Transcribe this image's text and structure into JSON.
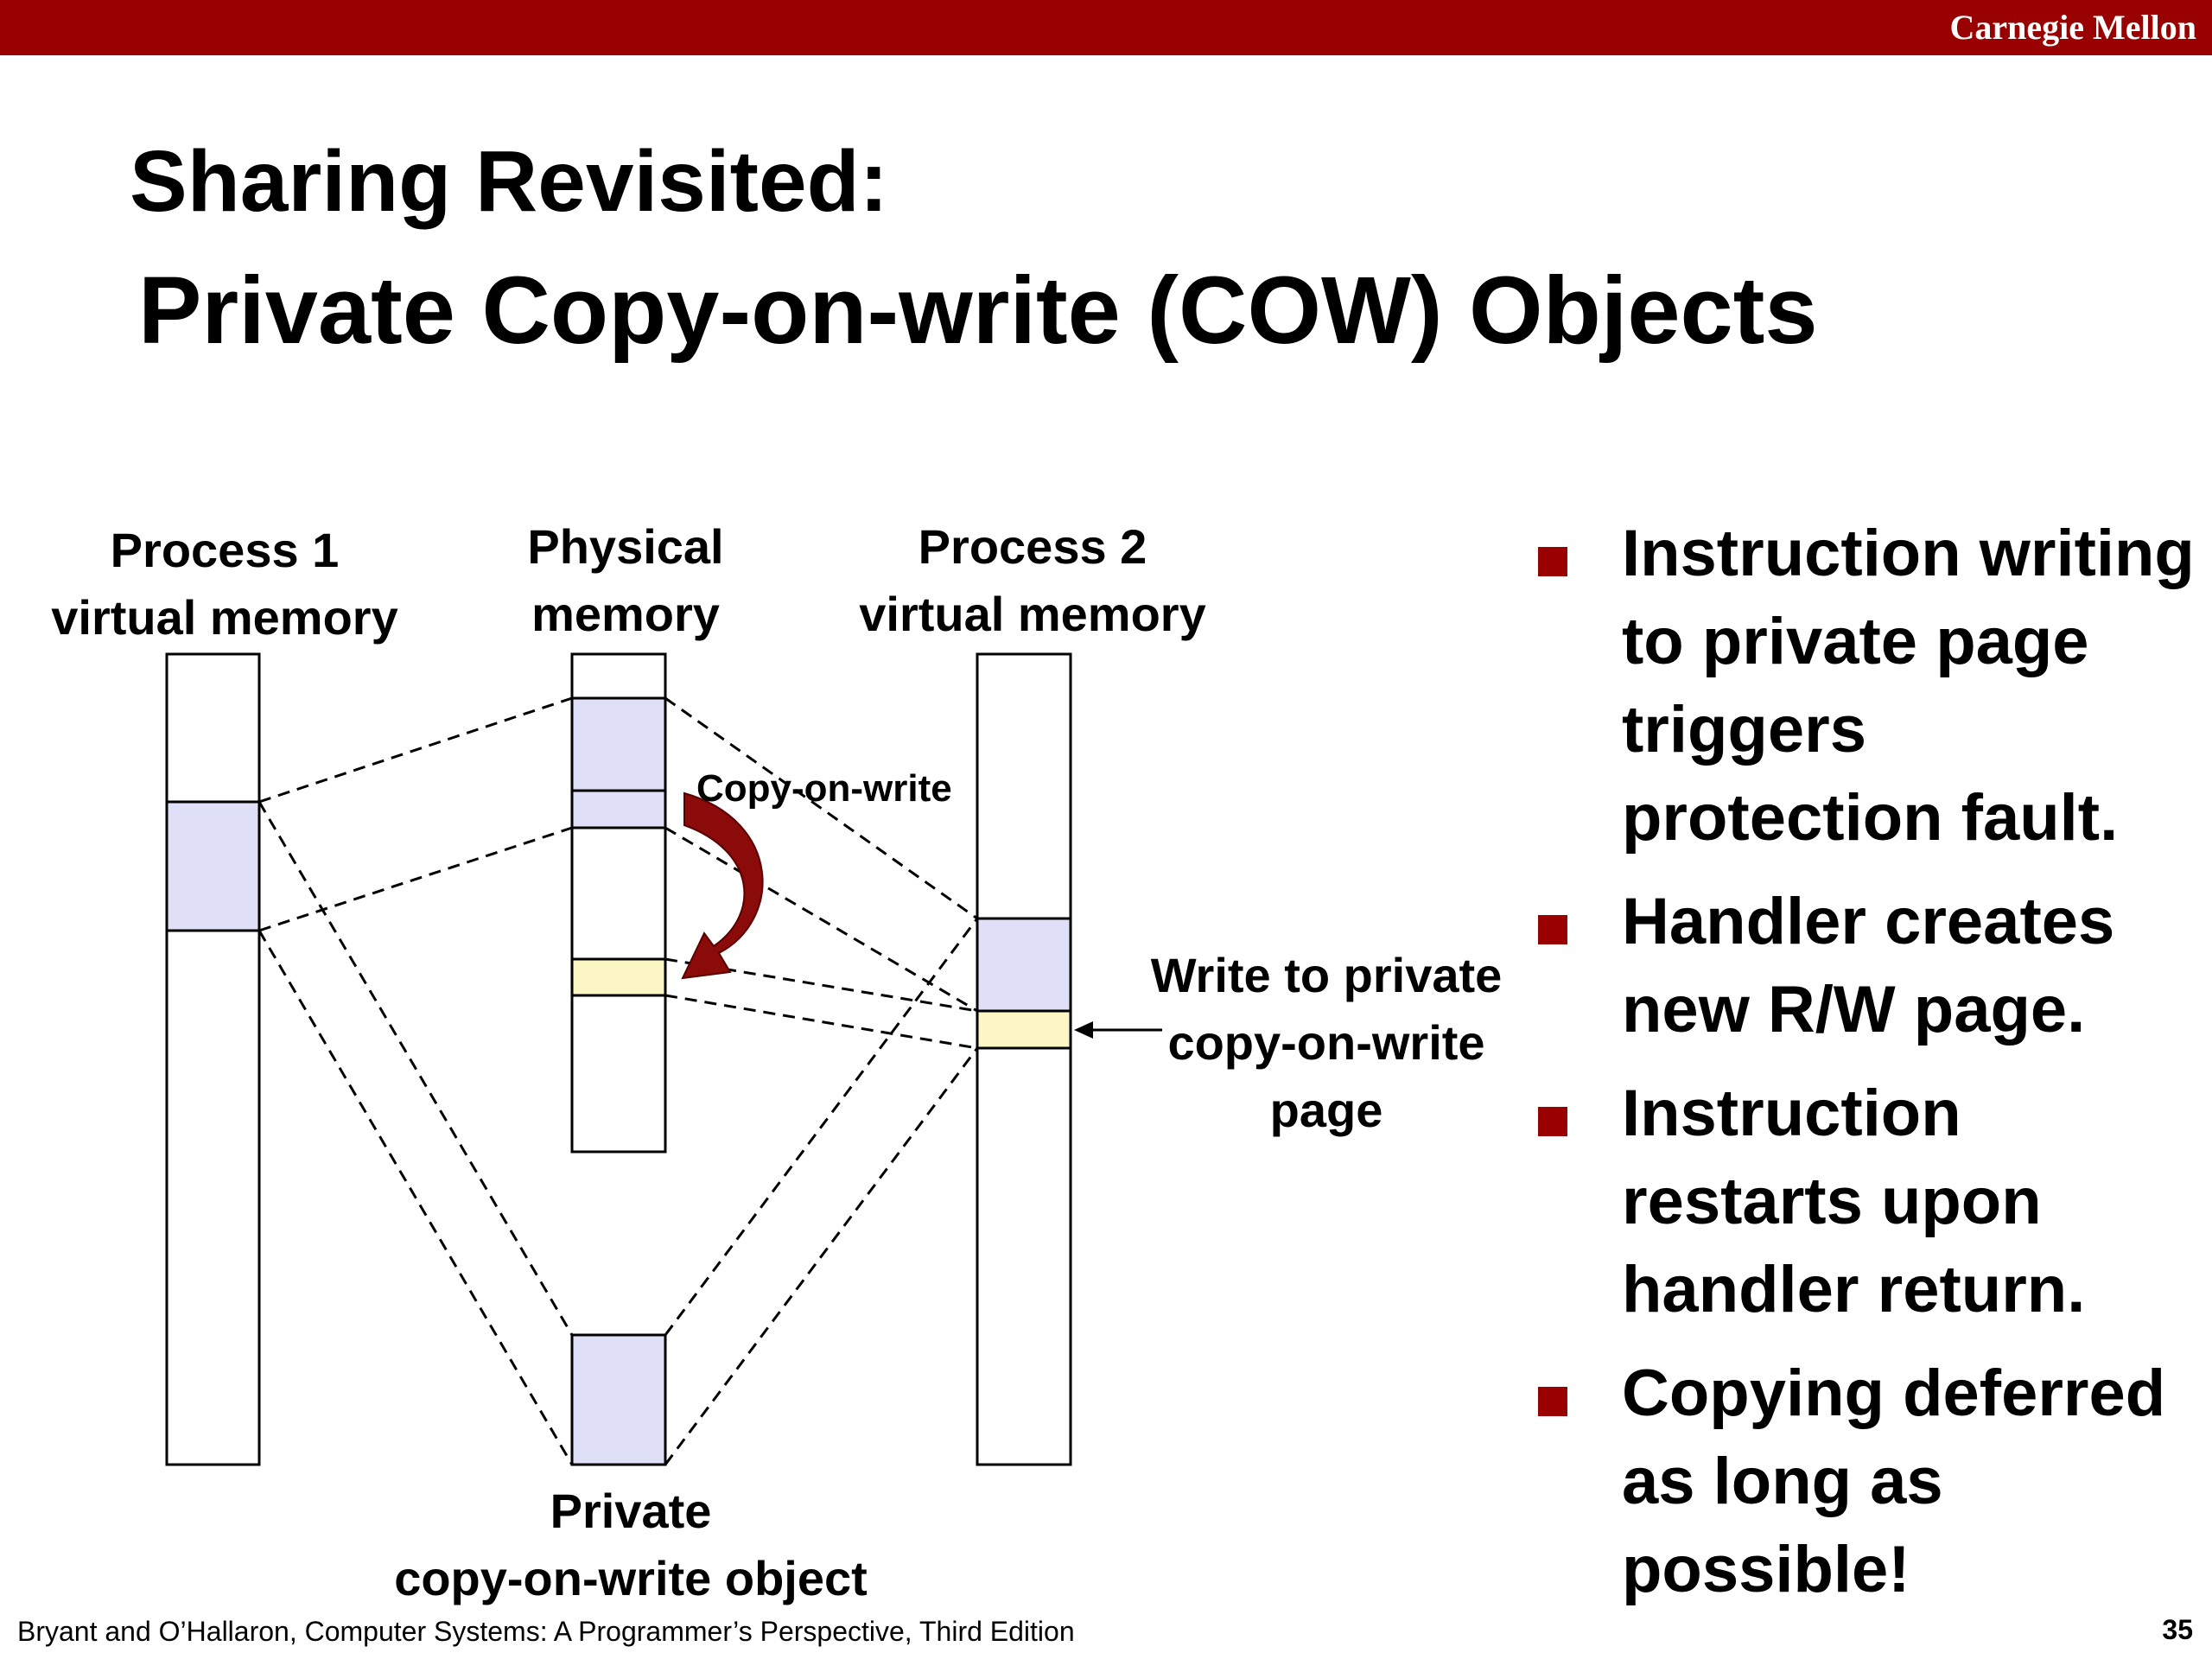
{
  "header": {
    "brand": "Carnegie Mellon",
    "color": "#990000"
  },
  "title": {
    "line1": "Sharing Revisited:",
    "line2": "Private Copy-on-write (COW) Objects"
  },
  "diagram": {
    "process1_label": [
      "Process 1",
      "virtual memory"
    ],
    "physical_label": [
      "Physical",
      "memory"
    ],
    "process2_label": [
      "Process 2",
      "virtual memory"
    ],
    "cow_label": "Copy-on-write",
    "write_label": [
      "Write to private",
      "copy-on-write",
      "page"
    ],
    "object_label": [
      "Private",
      "copy-on-write object"
    ],
    "colors": {
      "shared_page": "#dfe0f7",
      "private_page": "#fbf6c3",
      "arrow": "#8b0a0a"
    }
  },
  "bullets": [
    "Instruction writing to private page triggers protection fault.",
    "Handler creates new R/W page.",
    "Instruction restarts upon handler return.",
    "Copying deferred as long as possible!"
  ],
  "footer": {
    "citation": "Bryant and O’Hallaron, Computer Systems: A Programmer’s Perspective, Third Edition",
    "page": "35"
  }
}
